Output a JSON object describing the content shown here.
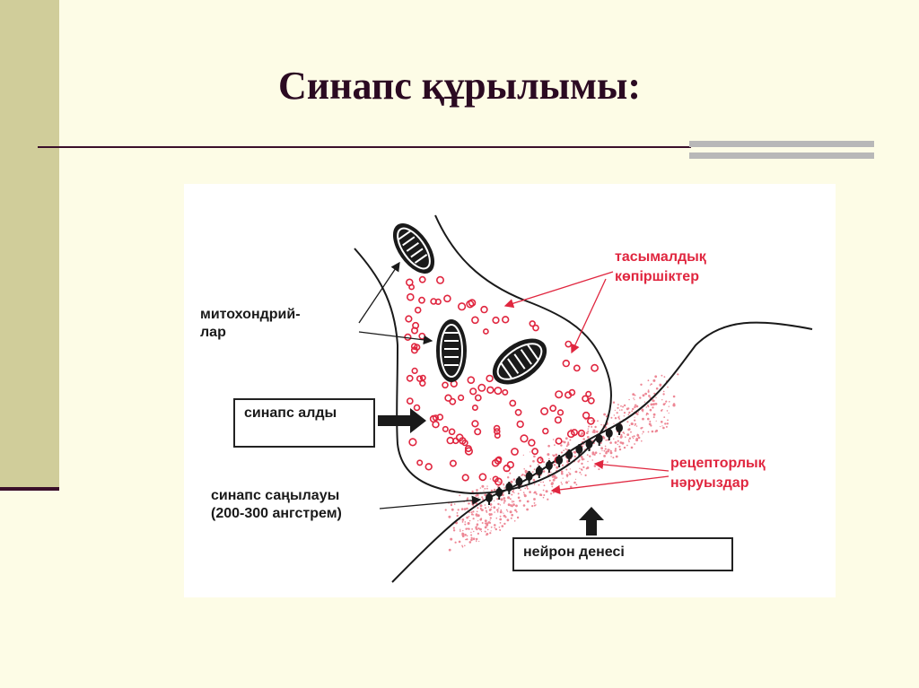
{
  "slide": {
    "title": "Синапс құрылымы:"
  },
  "diagram": {
    "labels": {
      "mito_line1": "митохондрий-",
      "mito_line2": "лар",
      "presynapse": "синапс алды",
      "cleft_line1": "синапс саңылауы",
      "cleft_line2": "(200-300 ангстрем)",
      "vesicles_line1": "тасымалдық",
      "vesicles_line2": "көпіршіктер",
      "receptors_line1": "рецепторлық",
      "receptors_line2": "нәруыздар",
      "neuron_body": "нейрон денесі"
    },
    "colors": {
      "vesicle": "#e0263f",
      "outline": "#1a1a1a",
      "accent_bar": "#d0cd9a",
      "title": "#2b0a22"
    }
  }
}
